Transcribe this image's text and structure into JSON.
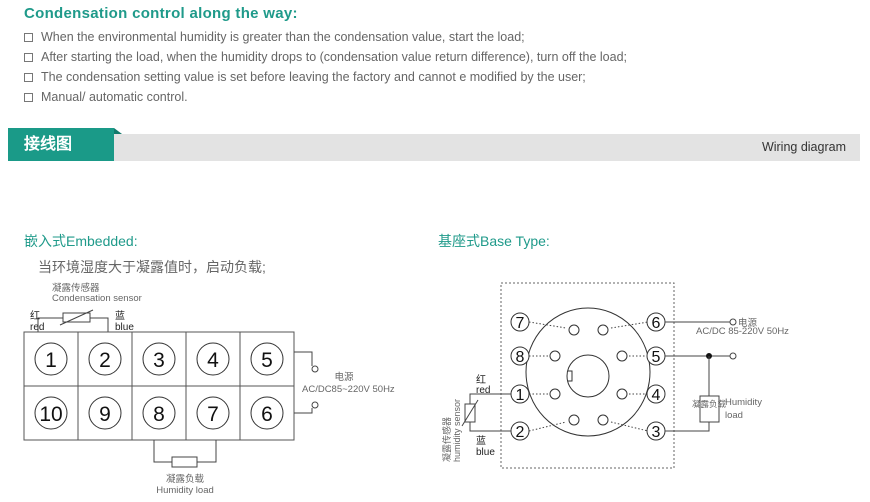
{
  "header": {
    "title": "Condensation control along the way:",
    "bullets": [
      "When the environmental humidity is greater than the condensation value, start the load;",
      "After starting the load, when the humidity drops to (condensation value return difference), turn off the load;",
      "The condensation setting value is set before leaving the factory and cannot e modified by the user;",
      "Manual/ automatic control."
    ]
  },
  "section": {
    "tab_label": "接线图",
    "right_label": "Wiring diagram"
  },
  "embedded": {
    "title": "嵌入式Embedded:",
    "description": "当环境湿度大于凝露值时，启动负载;",
    "sensor_cn": "凝露传感器",
    "sensor_en": "Condensation sensor",
    "red_cn": "红",
    "red_en": "red",
    "blue_cn": "蓝",
    "blue_en": "blue",
    "top_terminals": [
      "1",
      "2",
      "3",
      "4",
      "5"
    ],
    "bottom_terminals": [
      "10",
      "9",
      "8",
      "7",
      "6"
    ],
    "power_cn": "电源",
    "power_en": "AC/DC85~220V 50Hz",
    "load_cn": "凝露负载",
    "load_en": "Humidity load"
  },
  "base": {
    "title": "基座式Base Type:",
    "pins": [
      "7",
      "8",
      "1",
      "2",
      "6",
      "5",
      "4",
      "3"
    ],
    "power_cn": "电源",
    "power_en": "AC/DC 85-220V 50Hz",
    "red_cn": "红",
    "red_en": "red",
    "blue_cn": "蓝",
    "blue_en": "blue",
    "sensor_cn": "凝露传感器",
    "sensor_en": "humidity sensor",
    "load_cn": "凝露负载",
    "load_en_1": "Humidity",
    "load_en_2": "load"
  }
}
